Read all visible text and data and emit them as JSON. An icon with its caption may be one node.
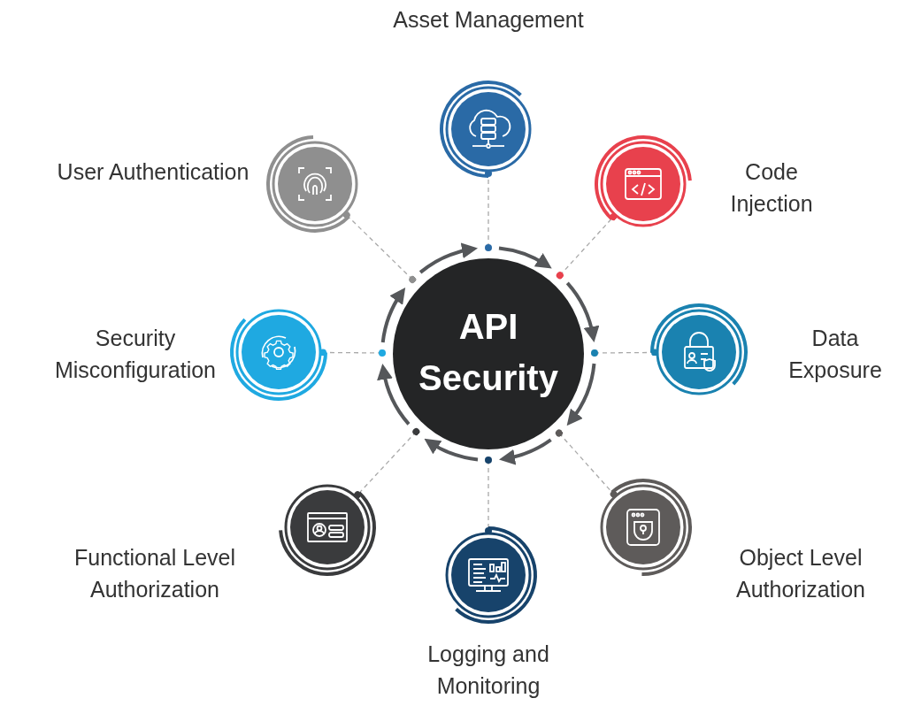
{
  "diagram": {
    "nodes": [
      {
        "text": [
          "API Security"
        ]
      },
      {
        "text": [
          "Asset Management"
        ]
      },
      {
        "text": [
          "User Authentication"
        ]
      },
      {
        "text": [
          "Code Injection"
        ]
      },
      {
        "text": [
          "Security Misconfiguration"
        ]
      },
      {
        "text": [
          "Data Exposure"
        ]
      },
      {
        "text": [
          "Functional Level Authorization"
        ]
      },
      {
        "text": [
          "Object Level Authorization"
        ]
      },
      {
        "text": [
          "Logging and Monitoring"
        ]
      }
    ],
    "edges": [
      {
        "from": 0,
        "to": 1,
        "arrow": "other"
      },
      {
        "from": 0,
        "to": 2,
        "arrow": "other"
      },
      {
        "from": 0,
        "to": 3,
        "arrow": "other"
      },
      {
        "from": 0,
        "to": 4,
        "arrow": "other"
      },
      {
        "from": 0,
        "to": 5,
        "arrow": "other"
      },
      {
        "from": 0,
        "to": 6,
        "arrow": "other"
      },
      {
        "from": 0,
        "to": 7,
        "arrow": "other"
      },
      {
        "from": 0,
        "to": 8,
        "arrow": "other"
      }
    ]
  }
}
